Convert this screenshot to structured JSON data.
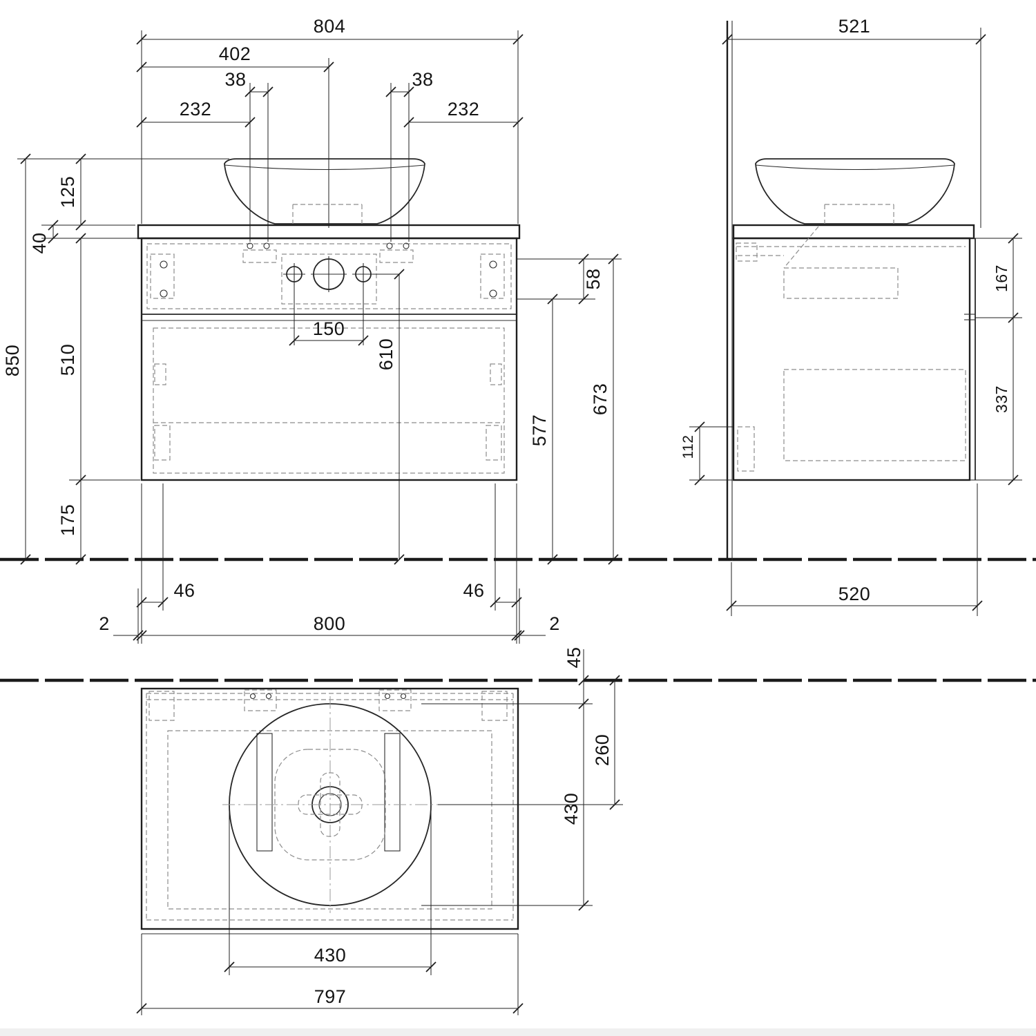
{
  "drawing": {
    "front": {
      "countertop_width": "804",
      "basin_center_offset": "402",
      "tap_slot_left": "38",
      "tap_slot_right": "38",
      "tap_edge_left": "232",
      "tap_edge_right": "232",
      "basin_height": "125",
      "countertop_thickness": "40",
      "overall_height": "850",
      "cabinet_height": "510",
      "bottom_clearance": "175",
      "tap_hole_spacing": "150",
      "drain_height": "610",
      "bracket_gap": "58",
      "trap_height": "577",
      "worktop_underside": "673",
      "fixing_offset_left": "46",
      "fixing_offset_right": "46",
      "cabinet_width": "800",
      "overhang_left": "2",
      "overhang_right": "2"
    },
    "side": {
      "countertop_depth": "521",
      "upper_section": "167",
      "lower_section": "337",
      "rear_bracket": "112",
      "cabinet_depth": "520"
    },
    "plan": {
      "wall_to_basin": "45",
      "basin_center_depth": "260",
      "basin_diameter_depth": "430",
      "basin_diameter_width": "430",
      "plan_width": "797"
    }
  }
}
